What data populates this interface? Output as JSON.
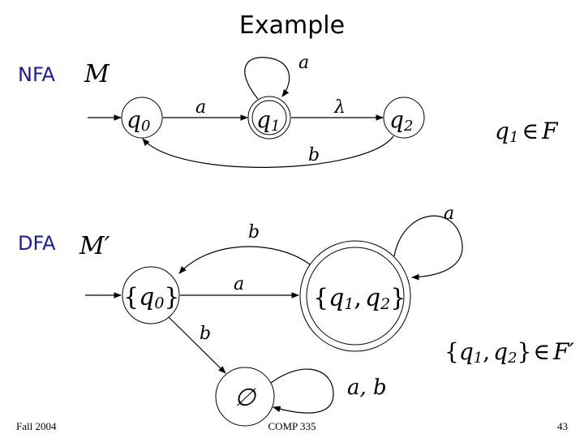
{
  "title": "Example",
  "nfa": {
    "label": "NFA",
    "machine": "M",
    "states": [
      {
        "name": "q",
        "sub": "0"
      },
      {
        "name": "q",
        "sub": "1"
      },
      {
        "name": "q",
        "sub": "2"
      }
    ],
    "transitions": {
      "q0_q1": "a",
      "q1_loop": "a",
      "q1_q2": "λ",
      "q2_q0": "b"
    },
    "accept_condition": {
      "state": "q",
      "sub": "1",
      "relation": "∈",
      "set": "F"
    }
  },
  "dfa": {
    "label": "DFA",
    "machine": "M′",
    "states": [
      {
        "open": "{",
        "parts": [
          {
            "name": "q",
            "sub": "0"
          }
        ],
        "close": "}"
      },
      {
        "open": "{",
        "parts": [
          {
            "name": "q",
            "sub": "1"
          },
          {
            "name": "q",
            "sub": "2"
          }
        ],
        "close": "}"
      },
      {
        "symbol": "∅"
      }
    ],
    "transitions": {
      "q0_q12": "a",
      "q12_q0": "b",
      "q12_loop": "a",
      "q0_empty": "b",
      "empty_loop": "a, b"
    },
    "accept_condition": {
      "open": "{",
      "parts": [
        {
          "name": "q",
          "sub": "1"
        },
        {
          "name": "q",
          "sub": "2"
        }
      ],
      "close": "}",
      "relation": "∈",
      "set": "F′"
    }
  },
  "footer": {
    "left": "Fall 2004",
    "center": "COMP 335",
    "right": "43"
  }
}
